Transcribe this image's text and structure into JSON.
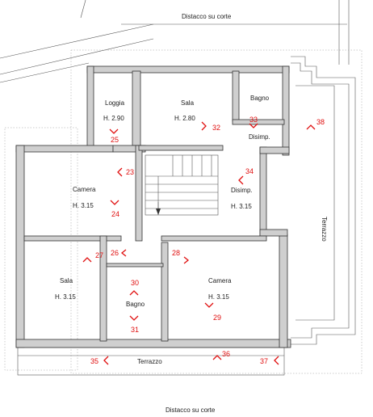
{
  "labels": {
    "top_boundary": "Distacco su corte",
    "bottom_boundary": "Distacco su corte",
    "terrazzo_right": "Terrazzo",
    "terrazzo_bottom": "Terrazzo"
  },
  "rooms": [
    {
      "name": "Loggia",
      "height": "H. 2.90"
    },
    {
      "name": "Sala",
      "height": "H. 2.80"
    },
    {
      "name": "Bagno",
      "height": ""
    },
    {
      "name": "Disimp.",
      "height": ""
    },
    {
      "name": "Camera",
      "height": "H. 3.15"
    },
    {
      "name": "Disimp.",
      "height": "H. 3.15"
    },
    {
      "name": "Sala",
      "height": "H. 3.15"
    },
    {
      "name": "Bagno",
      "height": ""
    },
    {
      "name": "Camera",
      "height": "H. 3.15"
    }
  ],
  "photo_points": [
    "23",
    "24",
    "25",
    "26",
    "27",
    "28",
    "29",
    "30",
    "31",
    "32",
    "33",
    "34",
    "35",
    "36",
    "37",
    "38"
  ]
}
